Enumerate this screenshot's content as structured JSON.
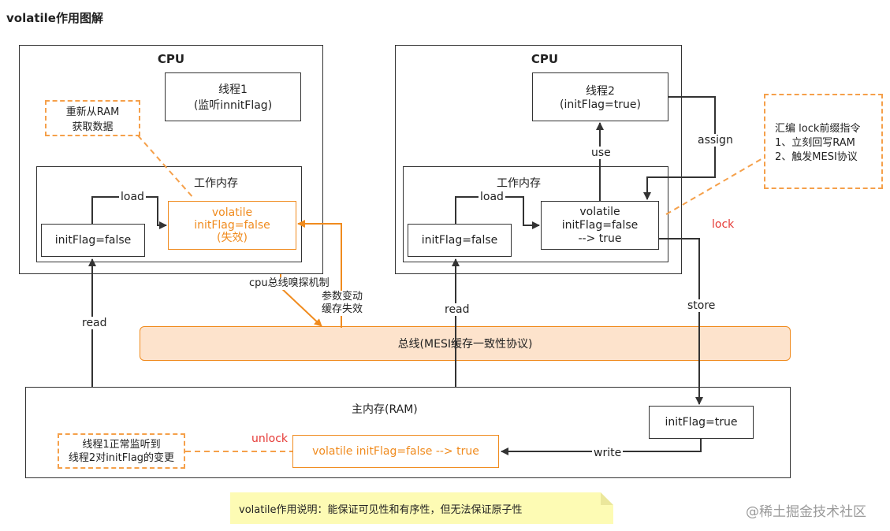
{
  "page_title": "volatile作用图解",
  "left_cpu": {
    "title": "CPU",
    "thread_line1": "线程1",
    "thread_line2": "(监听innitFlag)",
    "reload_note_line1": "重新从RAM",
    "reload_note_line2": "获取数据",
    "work_mem_title": "工作内存",
    "local_var": "initFlag=false",
    "volatile_line1": "volatile",
    "volatile_line2": "initFlag=false",
    "volatile_line3": "(失效)",
    "load_label": "load"
  },
  "right_cpu": {
    "title": "CPU",
    "thread_line1": "线程2",
    "thread_line2": "(initFlag=true)",
    "work_mem_title": "工作内存",
    "local_var": "initFlag=false",
    "volatile_line1": "volatile",
    "volatile_line2": "initFlag=false",
    "volatile_line3": "--> true",
    "load_label": "load",
    "use_label": "use",
    "assign_label": "assign"
  },
  "asm_note": {
    "line1": "汇编 lock前缀指令",
    "line2": "1、立刻回写RAM",
    "line3": "2、触发MESI协议"
  },
  "labels": {
    "lock": "lock",
    "store": "store",
    "read_left": "read",
    "read_right": "read",
    "sniff": "cpu总线嗅探机制",
    "param_change_line1": "参数变动",
    "param_change_line2": "缓存失效",
    "write": "write",
    "unlock": "unlock"
  },
  "bus": {
    "label": "总线(MESI缓存一致性协议)"
  },
  "ram": {
    "title": "主内存(RAM)",
    "init_true": "initFlag=true",
    "volatile_change": "volatile initFlag=false --> true",
    "listen_note_line1": "线程1正常监听到",
    "listen_note_line2": "线程2对initFlag的变更"
  },
  "summary_note": "volatile作用说明：能保证可见性和有序性，但无法保证原子性",
  "watermark": "@稀土掘金技术社区",
  "colors": {
    "orange": "#f08b1e",
    "dashed_orange": "#f5a04a",
    "red": "#e53935",
    "bus_fill": "#fde3cc",
    "note_fill": "#fdfbb4"
  }
}
